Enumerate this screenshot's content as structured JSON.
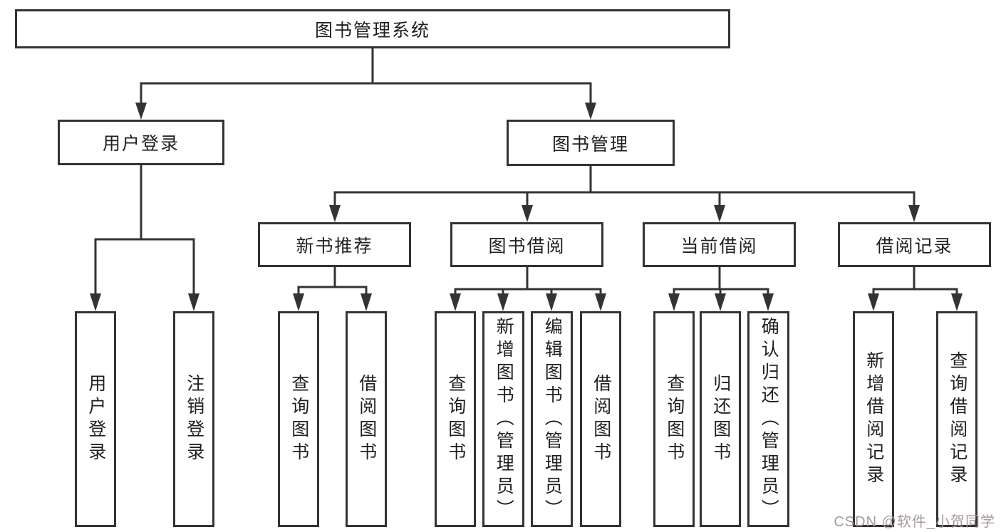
{
  "title": "图书管理系统",
  "tree": {
    "label": "图书管理系统",
    "children": [
      {
        "label": "用户登录",
        "children": [
          {
            "label": "用户登录"
          },
          {
            "label": "注销登录"
          }
        ]
      },
      {
        "label": "图书管理",
        "children": [
          {
            "label": "新书推荐",
            "children": [
              {
                "label": "查询图书"
              },
              {
                "label": "借阅图书"
              }
            ]
          },
          {
            "label": "图书借阅",
            "children": [
              {
                "label": "查询图书"
              },
              {
                "label": "新增图书（管理员）"
              },
              {
                "label": "编辑图书（管理员）"
              },
              {
                "label": "借阅图书"
              }
            ]
          },
          {
            "label": "当前借阅",
            "children": [
              {
                "label": "查询图书"
              },
              {
                "label": "归还图书"
              },
              {
                "label": "确认归还（管理员）"
              }
            ]
          },
          {
            "label": "借阅记录",
            "children": [
              {
                "label": "新增借阅记录"
              },
              {
                "label": "查询借阅记录"
              }
            ]
          }
        ]
      }
    ]
  },
  "watermark": "CSDN @软件_小贺同学",
  "colors": {
    "line": "#333333",
    "text": "#1f1f1f",
    "background": "#ffffff",
    "watermark": "#a59b9b"
  }
}
